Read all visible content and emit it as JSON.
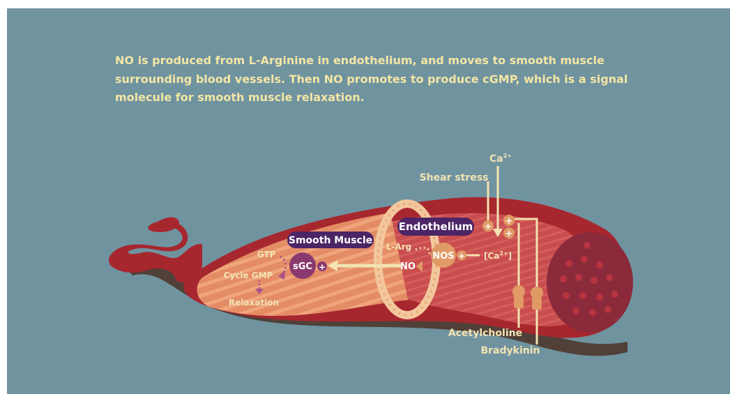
{
  "caption": {
    "line1": "NO is produced from L-Arginine in endothelium, and moves to smooth muscle",
    "line2": "surrounding blood vessels. Then NO promotes to produce cGMP, which is a signal",
    "line3": "molecule for smooth muscle relaxation."
  },
  "labels": {
    "endothelium": "Endothelium",
    "smooth_muscle": "Smooth Muscle",
    "shear_stress": "Shear stress",
    "ca_outside_base": "Ca",
    "ca_outside_sup": "2+",
    "ca_inside": "[Ca",
    "ca_inside_sup": "2+",
    "ca_inside_close": "]",
    "nos": "NOS",
    "no": "NO",
    "l_arg": "L-Arg",
    "sgc": "sGC",
    "gtp": "GTP",
    "cycle_gmp": "Cycle GMP",
    "relaxation": "Relaxation",
    "acetylcholine": "Acetylcholine",
    "bradykinin": "Bradykinin",
    "plus": "+"
  },
  "colors": {
    "background": "#7093a0",
    "caption_text": "#f3e6a4",
    "vessel_outer": "#a7272f",
    "vessel_inner": "#c14a4f",
    "muscle_fiber": "#e7906a",
    "label_badge": "#4b2566",
    "node_orange": "#e09a66",
    "node_purple": "#8a3a6e",
    "pathway_line": "#f3e3b2"
  }
}
